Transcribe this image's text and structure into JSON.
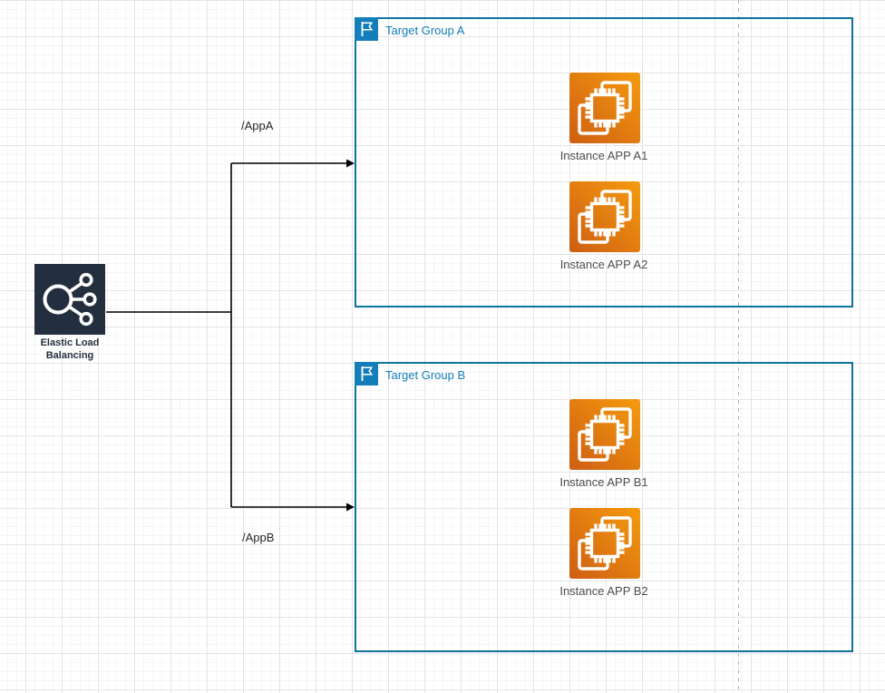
{
  "elb": {
    "label": "Elastic Load\nBalancing"
  },
  "routes": [
    {
      "label": "/AppA"
    },
    {
      "label": "/AppB"
    }
  ],
  "groups": [
    {
      "title": "Target Group A",
      "instances": [
        {
          "label": "Instance APP A1"
        },
        {
          "label": "Instance APP A2"
        }
      ]
    },
    {
      "title": "Target Group B",
      "instances": [
        {
          "label": "Instance APP B1"
        },
        {
          "label": "Instance APP B2"
        }
      ]
    }
  ],
  "colors": {
    "elb_fill": "#232F3E",
    "group_border": "#10739E",
    "group_title": "#147EBA",
    "group_icon_fill": "#147EBA",
    "instance_gradient_start": "#CE5E13",
    "instance_gradient_end": "#F59B0E",
    "connector": "#000000",
    "page_boundary": "#b8b8b8",
    "grid_major": "#e4e4e4",
    "grid_minor": "#f5f5f5"
  }
}
